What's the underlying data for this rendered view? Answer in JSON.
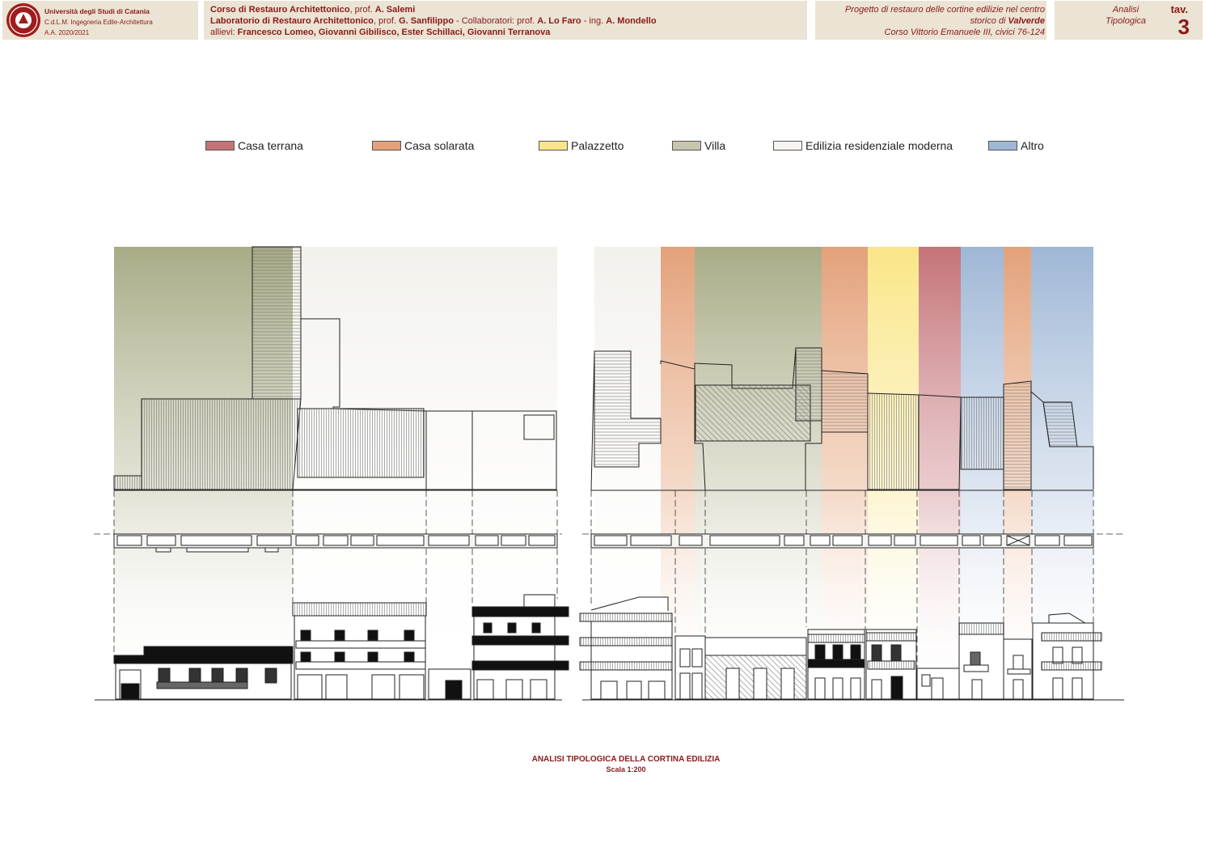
{
  "header": {
    "university": {
      "line1": "Università degli Studi di Catania",
      "line2": "C.d.L.M. Ingegneria Edile-Architettura",
      "line3": "A.A. 2020/2021"
    },
    "course": {
      "line1_a": "Corso di Restauro Architettonico",
      "line1_b": ", prof. ",
      "line1_c": "A. Salemi",
      "line2_a": "Laboratorio di Restauro Architettonico",
      "line2_b": ", prof. ",
      "line2_c": "G. Sanfilippo",
      "line2_d": " - Collaboratori: prof. ",
      "line2_e": "A. Lo Faro",
      "line2_f": " - ing. ",
      "line2_g": "A. Mondello",
      "line3_a": "allievi:  ",
      "line3_b": "Francesco Lomeo, Giovanni Gibilisco, Ester Schillaci, Giovanni Terranova"
    },
    "project": {
      "line1": "Progetto di restauro delle cortine edilizie nel centro",
      "line2_a": "storico di ",
      "line2_b": "Valverde",
      "line3": "Corso Vittorio Emanuele III, civici 76-124"
    },
    "sheet": {
      "subject_line1": "Analisi",
      "subject_line2": "Tipologica",
      "tav_label": "tav.",
      "tav_number": "3"
    }
  },
  "legend": [
    {
      "label": "Casa terrana",
      "color": "#c47378"
    },
    {
      "label": "Casa solarata",
      "color": "#e3a17a"
    },
    {
      "label": "Palazzetto",
      "color": "#fae687"
    },
    {
      "label": "Villa",
      "color": "#c7c5ad"
    },
    {
      "label": "Edilizia residenziale moderna",
      "color": "#f6f5f2"
    },
    {
      "label": "Altro",
      "color": "#9fb7d6"
    }
  ],
  "caption": {
    "title": "ANALISI TIPOLOGICA DELLA CORTINA EDILIZIA",
    "scale": "Scala 1:200"
  }
}
